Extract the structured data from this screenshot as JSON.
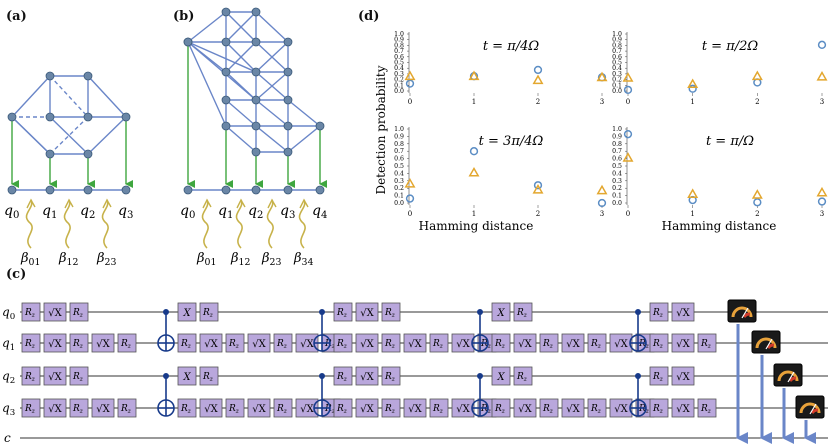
{
  "panels": {
    "a": "(a)",
    "b": "(b)",
    "c": "(c)",
    "d": "(d)"
  },
  "panel_a": {
    "qubits": [
      "q",
      "q",
      "q",
      "q"
    ],
    "qubit_subs": [
      "0",
      "1",
      "2",
      "3"
    ],
    "couplings": [
      "β",
      "β",
      "β"
    ],
    "coupling_subs": [
      "01",
      "12",
      "23"
    ]
  },
  "panel_b": {
    "qubits": [
      "q",
      "q",
      "q",
      "q",
      "q"
    ],
    "qubit_subs": [
      "0",
      "1",
      "2",
      "3",
      "4"
    ],
    "couplings": [
      "β",
      "β",
      "β",
      "β"
    ],
    "coupling_subs": [
      "01",
      "12",
      "23",
      "34"
    ]
  },
  "panel_c": {
    "wires": [
      "q",
      "q",
      "q",
      "q"
    ],
    "wire_subs": [
      "0",
      "1",
      "2",
      "3"
    ],
    "classical": "c",
    "gate_rz": "R",
    "gate_rz_sub": "z",
    "gate_sx": "√X",
    "gate_x": "X"
  },
  "panel_d": {
    "ylabel": "Detection probability",
    "xlabel": "Hamming distance",
    "colors": {
      "circle": "#5b8dc4",
      "triangle": "#e3a72f",
      "graph_edge": "#6a86c8",
      "vertical": "#3fa63f",
      "coupling": "#c7b24a",
      "gate_fill": "#b9a7dc",
      "cnot": "#173a8a"
    },
    "chart_data": [
      {
        "type": "scatter",
        "title": "t = π/4Ω",
        "x": [
          0,
          1,
          2,
          3
        ],
        "ylim": [
          0,
          1
        ],
        "yticks": [
          "0.0",
          "0.1",
          "0.2",
          "0.3",
          "0.4",
          "0.5",
          "0.6",
          "0.7",
          "0.8",
          "0.9",
          "1.0"
        ],
        "xticks": [
          "0",
          "1",
          "2",
          "3"
        ],
        "series": [
          {
            "marker": "circle",
            "values": [
              0.13,
              0.26,
              0.37,
              0.24
            ]
          },
          {
            "marker": "triangle",
            "values": [
              0.26,
              0.26,
              0.19,
              0.24
            ]
          }
        ]
      },
      {
        "type": "scatter",
        "title": "t = π/2Ω",
        "x": [
          0,
          1,
          2,
          3
        ],
        "ylim": [
          0,
          1
        ],
        "yticks": [
          "0.0",
          "0.1",
          "0.2",
          "0.3",
          "0.4",
          "0.5",
          "0.6",
          "0.7",
          "0.8",
          "0.9",
          "1.0"
        ],
        "xticks": [
          "0",
          "1",
          "2",
          "3"
        ],
        "series": [
          {
            "marker": "circle",
            "values": [
              0.02,
              0.04,
              0.15,
              0.81
            ]
          },
          {
            "marker": "triangle",
            "values": [
              0.23,
              0.12,
              0.26,
              0.25
            ]
          }
        ]
      },
      {
        "type": "scatter",
        "title": "t = 3π/4Ω",
        "x": [
          0,
          1,
          2,
          3
        ],
        "ylim": [
          0,
          1
        ],
        "yticks": [
          "0.0",
          "0.1",
          "0.2",
          "0.3",
          "0.4",
          "0.5",
          "0.6",
          "0.7",
          "0.8",
          "0.9",
          "1.0"
        ],
        "xticks": [
          "0",
          "1",
          "2",
          "3"
        ],
        "series": [
          {
            "marker": "circle",
            "values": [
              0.06,
              0.7,
              0.24,
              0.0
            ]
          },
          {
            "marker": "triangle",
            "values": [
              0.26,
              0.41,
              0.18,
              0.17
            ]
          }
        ]
      },
      {
        "type": "scatter",
        "title": "t = π/Ω",
        "x": [
          0,
          1,
          2,
          3
        ],
        "ylim": [
          0,
          1
        ],
        "yticks": [
          "0.0",
          "0.1",
          "0.2",
          "0.3",
          "0.4",
          "0.5",
          "0.6",
          "0.7",
          "0.8",
          "0.9",
          "1.0"
        ],
        "xticks": [
          "0",
          "1",
          "2",
          "3"
        ],
        "series": [
          {
            "marker": "circle",
            "values": [
              0.93,
              0.04,
              0.01,
              0.02
            ]
          },
          {
            "marker": "triangle",
            "values": [
              0.61,
              0.12,
              0.11,
              0.14
            ]
          }
        ]
      }
    ]
  }
}
